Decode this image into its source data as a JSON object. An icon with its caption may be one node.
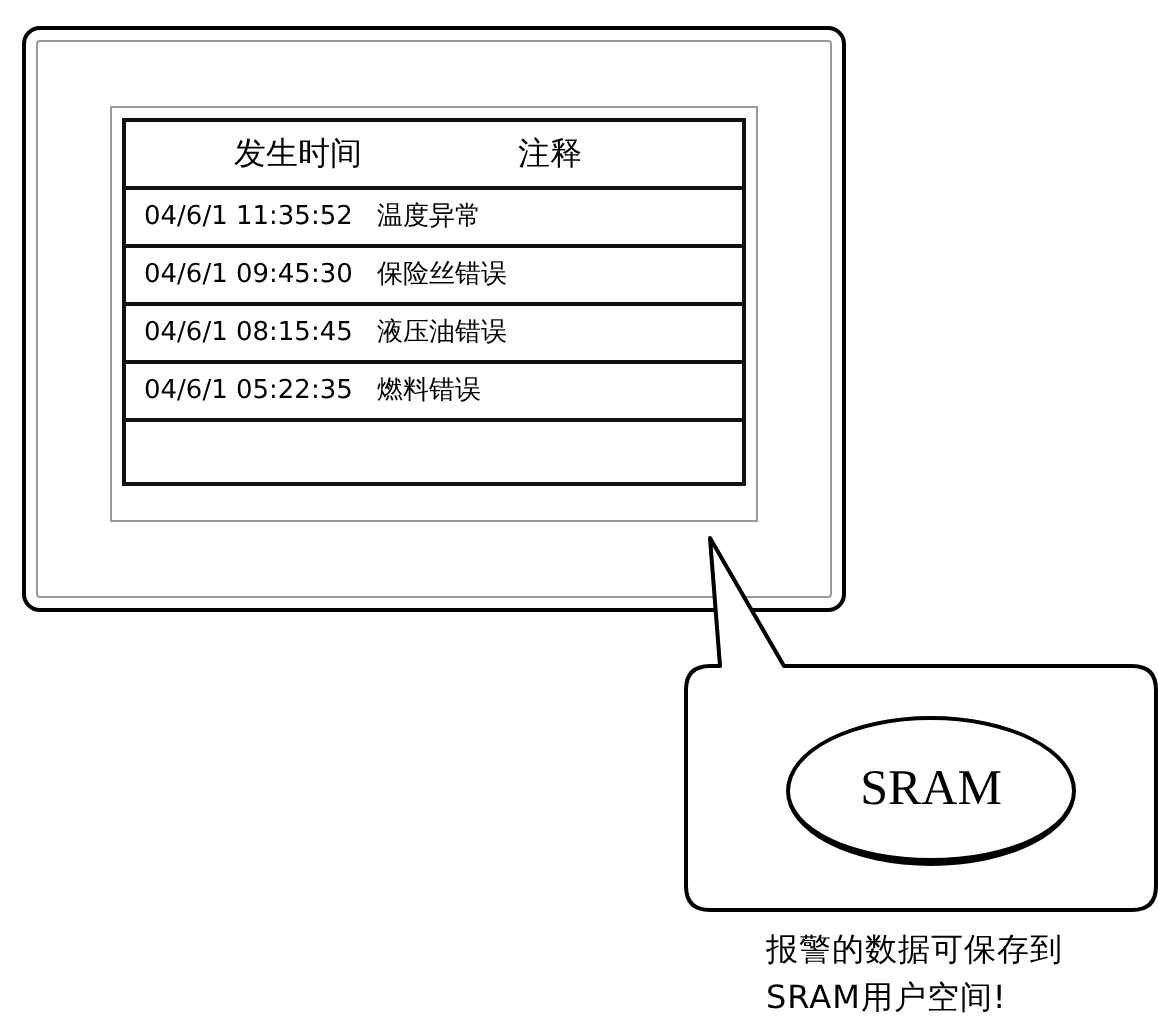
{
  "diagram": {
    "nodes": [
      {
        "text": [],
        "shape": "box"
      },
      {
        "text": [],
        "shape": "bubble",
        "beside": [
          "报警的数据可保存到SRAM用户空间!"
        ]
      },
      {
        "text": [
          "SRAM"
        ],
        "in": 1
      }
    ],
    "labels": [
      "发生时间",
      "注释",
      "04/6/1 11:35:52",
      "温度异常",
      "04/6/1 09:45:30",
      "保险丝错误",
      "04/6/1 08:15:45",
      "液压油错误",
      "04/6/1 05:22:35",
      "燃料错误"
    ]
  }
}
